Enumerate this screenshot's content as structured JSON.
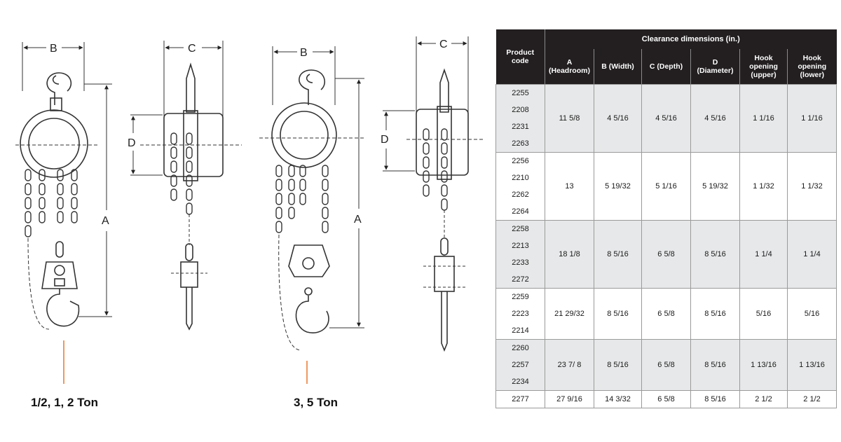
{
  "drawings": {
    "left_caption": "1/2, 1, 2 Ton",
    "right_caption": "3, 5 Ton",
    "dim_labels": {
      "a": "A",
      "b": "B",
      "c": "C",
      "d": "D"
    }
  },
  "table": {
    "group_header": "Clearance dimensions (in.)",
    "code_header": [
      "Product",
      "code"
    ],
    "columns": [
      [
        "A",
        "(Headroom)"
      ],
      [
        "B (Width)"
      ],
      [
        "C (Depth)"
      ],
      [
        "D",
        "(Diameter)"
      ],
      [
        "Hook",
        "opening",
        "(upper)"
      ],
      [
        "Hook",
        "opening",
        "(lower)"
      ]
    ],
    "groups": [
      {
        "codes": [
          "2255",
          "2208",
          "2231",
          "2263"
        ],
        "values": [
          "11 5/8",
          "4 5/16",
          "4 5/16",
          "4 5/16",
          "1 1/16",
          "1 1/16"
        ]
      },
      {
        "codes": [
          "2256",
          "2210",
          "2262",
          "2264"
        ],
        "values": [
          "13",
          "5 19/32",
          "5 1/16",
          "5 19/32",
          "1 1/32",
          "1 1/32"
        ]
      },
      {
        "codes": [
          "2258",
          "2213",
          "2233",
          "2272"
        ],
        "values": [
          "18 1/8",
          "8 5/16",
          "6 5/8",
          "8 5/16",
          "1 1/4",
          "1 1/4"
        ]
      },
      {
        "codes": [
          "2259",
          "2223",
          "2214"
        ],
        "values": [
          "21 29/32",
          "8 5/16",
          "6 5/8",
          "8 5/16",
          "5/16",
          "5/16"
        ]
      },
      {
        "codes": [
          "2260",
          "2257",
          "2234"
        ],
        "values": [
          "23 7/ 8",
          "8 5/16",
          "6 5/8",
          "8 5/16",
          "1 13/16",
          "1 13/16"
        ]
      },
      {
        "codes": [
          "2277"
        ],
        "values": [
          "27 9/16",
          "14 3/32",
          "6 5/8",
          "8 5/16",
          "2 1/2",
          "2 1/2"
        ]
      }
    ]
  }
}
